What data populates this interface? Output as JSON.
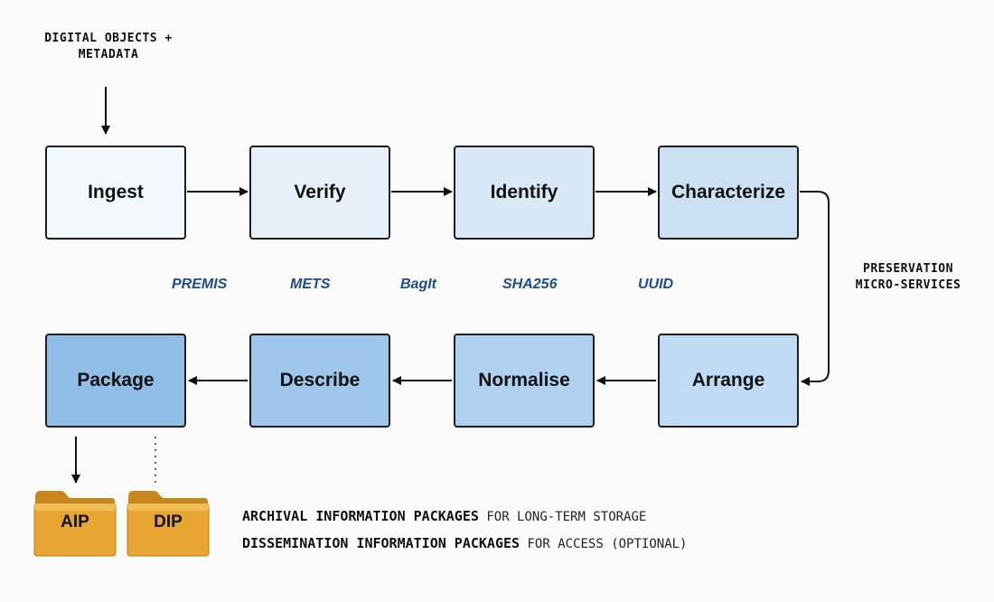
{
  "input_label": [
    "DIGITAL OBJECTS +",
    "METADATA"
  ],
  "steps_top": [
    {
      "label": "Ingest",
      "color": "#f3f8fc"
    },
    {
      "label": "Verify",
      "color": "#e6f0f9"
    },
    {
      "label": "Identify",
      "color": "#d8e8f6"
    },
    {
      "label": "Characterize",
      "color": "#cbe0f2"
    }
  ],
  "steps_bottom": [
    {
      "label": "Package",
      "color": "#8fbde6"
    },
    {
      "label": "Describe",
      "color": "#9dc6ea"
    },
    {
      "label": "Normalise",
      "color": "#afd0ee"
    },
    {
      "label": "Arrange",
      "color": "#bfdaf2"
    }
  ],
  "standards": [
    "PREMIS",
    "METS",
    "BagIt",
    "SHA256",
    "UUID"
  ],
  "side_label": [
    "PRESERVATION",
    "MICRO-SERVICES"
  ],
  "folders": [
    "AIP",
    "DIP"
  ],
  "legend": [
    {
      "em": "ARCHIVAL INFORMATION PACKAGES",
      "rest": " FOR LONG-TERM STORAGE"
    },
    {
      "em": "DISSEMINATION INFORMATION PACKAGES",
      "rest": " FOR ACCESS (OPTIONAL)"
    }
  ],
  "colors": {
    "folder": "#e6a631",
    "folder_dark": "#c9861d",
    "standards_text": "#1c4e8c"
  }
}
